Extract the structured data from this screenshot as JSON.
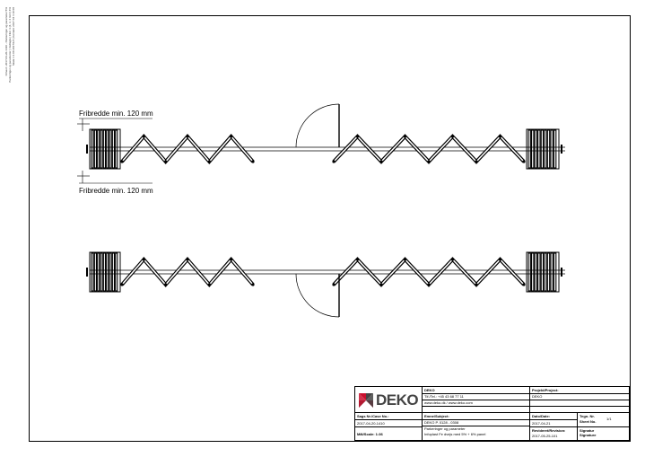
{
  "side_note": {
    "lines": [
      "Filnavn: 2017-04-20-1410 - Parkeringer og parameter 5%",
      "Parkeringer og parametrer | Vedlagte | Filst: 3 (4, 3, 4 mm²) 4%",
      "Skala 1:1.00 2017/1/4 | Kontakt: 2017 04 4 10 08"
    ]
  },
  "dimensions": {
    "top_label": "Fribredde min. 120 mm",
    "bottom_label": "Fribredde min. 120 mm"
  },
  "title_block": {
    "logo_text": "DEKO",
    "company": {
      "name": "DEKO",
      "phone": "Tlf./Tel.: +45 43 68 77 11",
      "web": "www.deko.dk / www.deko.com"
    },
    "project": {
      "label": "Projekt/Project:",
      "value": "DEKO"
    },
    "case": {
      "label": "Sags Nr./Case No.:",
      "value": "2017-04-20-1410"
    },
    "subject": {
      "label": "Emne/Subject:",
      "value1": "DEKO P. 0128 - 0308",
      "value2": "Parkeringer og parameter",
      "value3": "Infoplast Fe dvejs med 5% + 6% panel"
    },
    "date": {
      "label": "Dato/Date:",
      "value": "2017-04-21"
    },
    "sheet": {
      "label1": "Tegn. Nr.",
      "label2": "Sheet No.",
      "value": "1/1"
    },
    "scale": {
      "label": "Mål/Scale: 1:36"
    },
    "revision": {
      "label": "Revideret/Revision:",
      "value": "2017-05-25-101"
    },
    "signature": {
      "label1": "Signatur",
      "label2": "Signature"
    }
  }
}
